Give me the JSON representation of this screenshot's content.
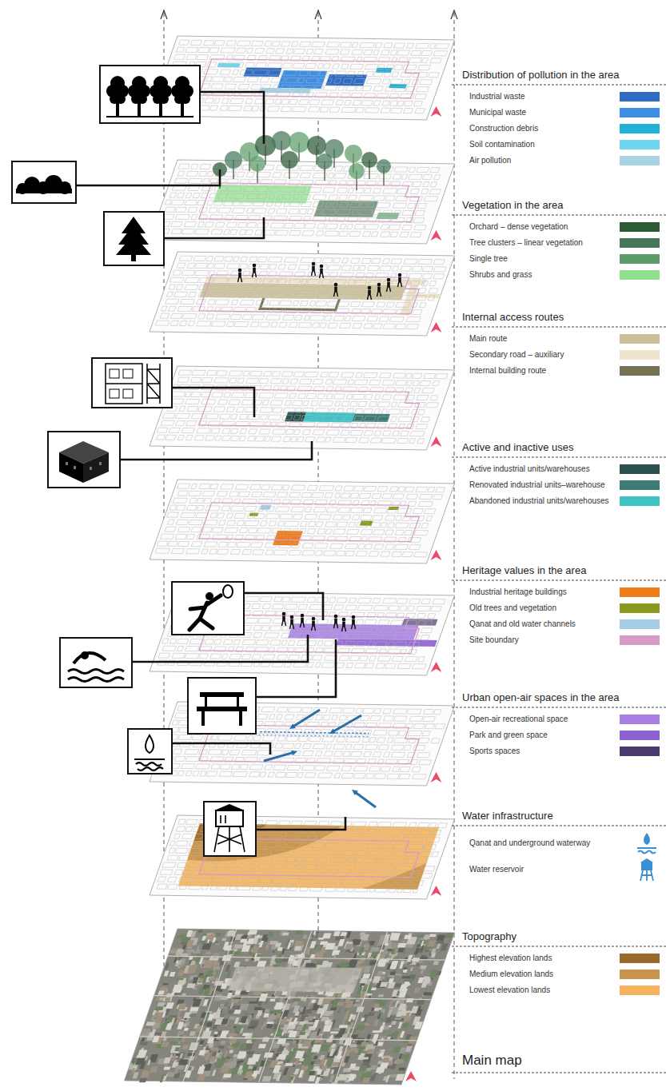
{
  "diagram": {
    "labels": [
      "Distribution of pollution in the area",
      "Vegetation in the area",
      "Internal access routes",
      "Active and inactive uses",
      "Heritage values in the area",
      "Urban open-air spaces in the area",
      "Water infrastructure",
      "Topography",
      "Main map"
    ],
    "legend": [
      {
        "text": "Industrial waste",
        "color": "#2f6cc4"
      },
      {
        "text": "Municipal waste",
        "color": "#3d8fe6"
      },
      {
        "text": "Construction debris",
        "color": "#23b0d6"
      },
      {
        "text": "Soil contamination",
        "color": "#6fd6f0"
      },
      {
        "text": "Air pollution",
        "color": "#a8d3e3"
      },
      {
        "text": "Orchard – dense vegetation",
        "color": "#2d5a36"
      },
      {
        "text": "Tree clusters – linear vegetation",
        "color": "#47775a"
      },
      {
        "text": "Single tree",
        "color": "#5d9c69"
      },
      {
        "text": "Shrubs and grass",
        "color": "#8fe08c"
      },
      {
        "text": "Main route",
        "color": "#cbbf97"
      },
      {
        "text": "Secondary road – auxiliary",
        "color": "#eee4cc"
      },
      {
        "text": "Internal building route",
        "color": "#777155"
      },
      {
        "text": "Active industrial units/warehouses",
        "color": "#2a4f4c"
      },
      {
        "text": "Renovated industrial units–warehouse",
        "color": "#3e7b75"
      },
      {
        "text": "Abandoned industrial units/warehouses",
        "color": "#3ec3c6"
      },
      {
        "text": "Industrial heritage buildings",
        "color": "#f07c1c"
      },
      {
        "text": "Old trees and vegetation",
        "color": "#8b9a1f"
      },
      {
        "text": "Qanat and old water channels",
        "color": "#a5cdea"
      },
      {
        "text": "Site boundary",
        "color": "#d59ac6"
      },
      {
        "text": "Open-air recreational space",
        "color": "#a97fe3"
      },
      {
        "text": "Park and green space",
        "color": "#8d61d0"
      },
      {
        "text": "Sports spaces",
        "color": "#4b3a6e"
      },
      {
        "text": "Qanat and underground waterway"
      },
      {
        "text": "Water reservoir"
      },
      {
        "text": "Highest elevation lands",
        "color": "#9a6a2c"
      },
      {
        "text": "Medium elevation lands",
        "color": "#c8934a"
      },
      {
        "text": "Lowest elevation lands",
        "color": "#f4b35c"
      }
    ]
  }
}
